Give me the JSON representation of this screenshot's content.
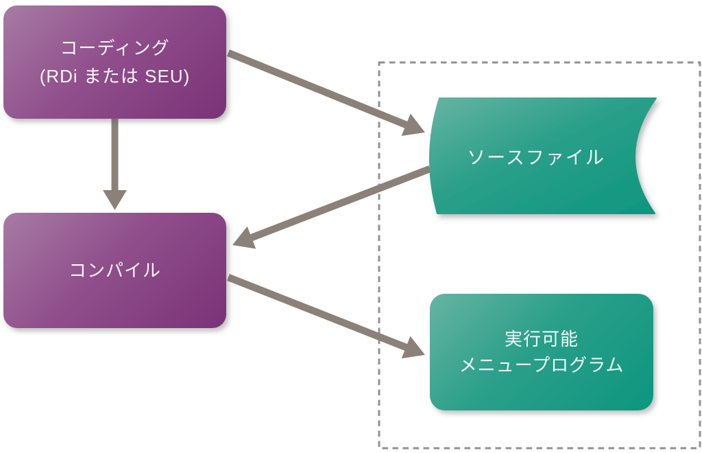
{
  "diagram": {
    "type": "flowchart",
    "language": "ja",
    "nodes": {
      "coding": {
        "id": "coding",
        "shape": "rounded-rect",
        "fill": "purple-gradient",
        "lines": [
          "コーディング",
          "(RDi または SEU)"
        ]
      },
      "compile": {
        "id": "compile",
        "shape": "rounded-rect",
        "fill": "purple-gradient",
        "lines": [
          "コンパイル"
        ]
      },
      "source_file": {
        "id": "source_file",
        "shape": "stored-data",
        "fill": "teal-gradient",
        "lines": [
          "ソースファイル"
        ]
      },
      "executable": {
        "id": "executable",
        "shape": "rounded-rect",
        "fill": "teal-gradient",
        "lines": [
          "実行可能",
          "メニュープログラム"
        ]
      }
    },
    "edges": [
      {
        "from": "coding",
        "to": "compile",
        "direction": "down"
      },
      {
        "from": "coding",
        "to": "source_file",
        "direction": "down-right"
      },
      {
        "from": "source_file",
        "to": "compile",
        "direction": "down-left"
      },
      {
        "from": "compile",
        "to": "executable",
        "direction": "down-right"
      }
    ],
    "boundary": {
      "style": "dashed-rectangle",
      "encloses": [
        "source_file",
        "executable"
      ]
    },
    "colors": {
      "background": "#ffffff",
      "purple_gradient_start": "#a77ba4",
      "purple_gradient_end": "#7a3277",
      "teal_gradient_start": "#66b4a2",
      "teal_gradient_end": "#0d9680",
      "arrow": "#8b8178",
      "dashed_border": "#919191",
      "label_text": "#ffffff"
    }
  }
}
